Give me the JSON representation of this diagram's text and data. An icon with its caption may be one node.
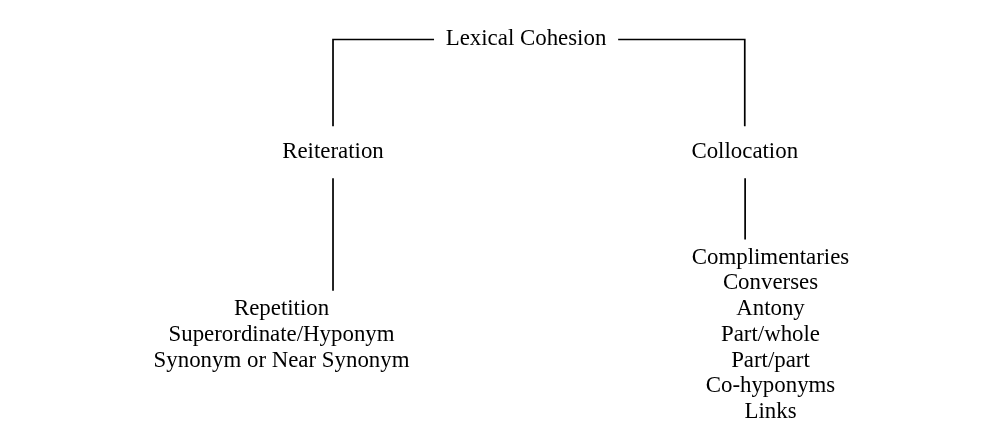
{
  "diagram": {
    "nodes": [
      {
        "text": [
          "Lexical Cohesion"
        ]
      },
      {
        "text": [
          "Reiteration"
        ]
      },
      {
        "text": [
          "Collocation"
        ]
      },
      {
        "text": [
          "Repetition",
          "Superordinate/Hyponym",
          "Synonym or Near Synonym"
        ]
      },
      {
        "text": [
          "Complimentaries",
          "Converses",
          "Antony",
          "Part/whole",
          "Part/part",
          "Co-hyponyms",
          "Links"
        ]
      }
    ],
    "edges": [
      {
        "from": 0,
        "to": 1,
        "arrow": "none"
      },
      {
        "from": 0,
        "to": 2,
        "arrow": "none"
      },
      {
        "from": 1,
        "to": 3,
        "arrow": "none"
      },
      {
        "from": 2,
        "to": 4,
        "arrow": "none"
      }
    ]
  }
}
